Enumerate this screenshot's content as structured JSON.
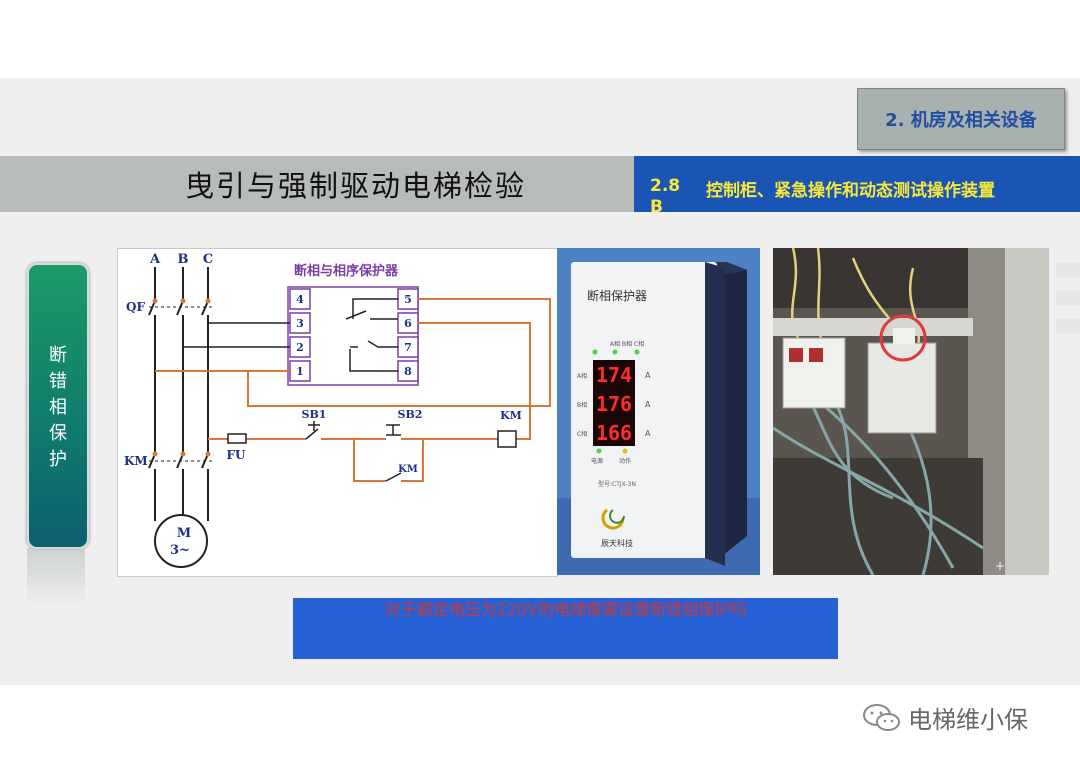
{
  "section": {
    "label": "2. 机房及相关设备"
  },
  "title": "曳引与强制驱动电梯检验",
  "subsection": {
    "number": "2.8 B",
    "title": "控制柜、紧急操作和动态测试操作装置"
  },
  "side_tab": {
    "label": "断错相保护"
  },
  "diagram": {
    "heading": "断相与相序保护器",
    "phase_labels": [
      "A",
      "B",
      "C"
    ],
    "qf": "QF",
    "km": "KM",
    "fu": "FU",
    "terminals_left": [
      "4",
      "3",
      "2",
      "1"
    ],
    "terminals_right": [
      "5",
      "6",
      "7",
      "8"
    ],
    "sb1": "SB1",
    "sb2": "SB2",
    "km_coil": "KM",
    "km_contact": "KM",
    "motor_m": "M",
    "motor_3": "3~"
  },
  "device": {
    "name": "断相保护器",
    "phase_header": "A相 B相 C相",
    "readouts": [
      "174",
      "176",
      "166"
    ],
    "row_labels": [
      "A相",
      "B相",
      "C相"
    ],
    "unit": "A",
    "bottom_labels": [
      "电源",
      "动作"
    ],
    "model": "型号:CTJX-3N",
    "brand": "辰天科技"
  },
  "question": "对于额定电压为220V的电梯需要设置断错相保护吗",
  "watermark": {
    "text": "电梯维小保"
  },
  "colors": {
    "accent_blue": "#1a55b5",
    "accent_yellow": "#f7e93a",
    "wire": "#d9773a",
    "relay_purple": "#7b3fa5"
  }
}
